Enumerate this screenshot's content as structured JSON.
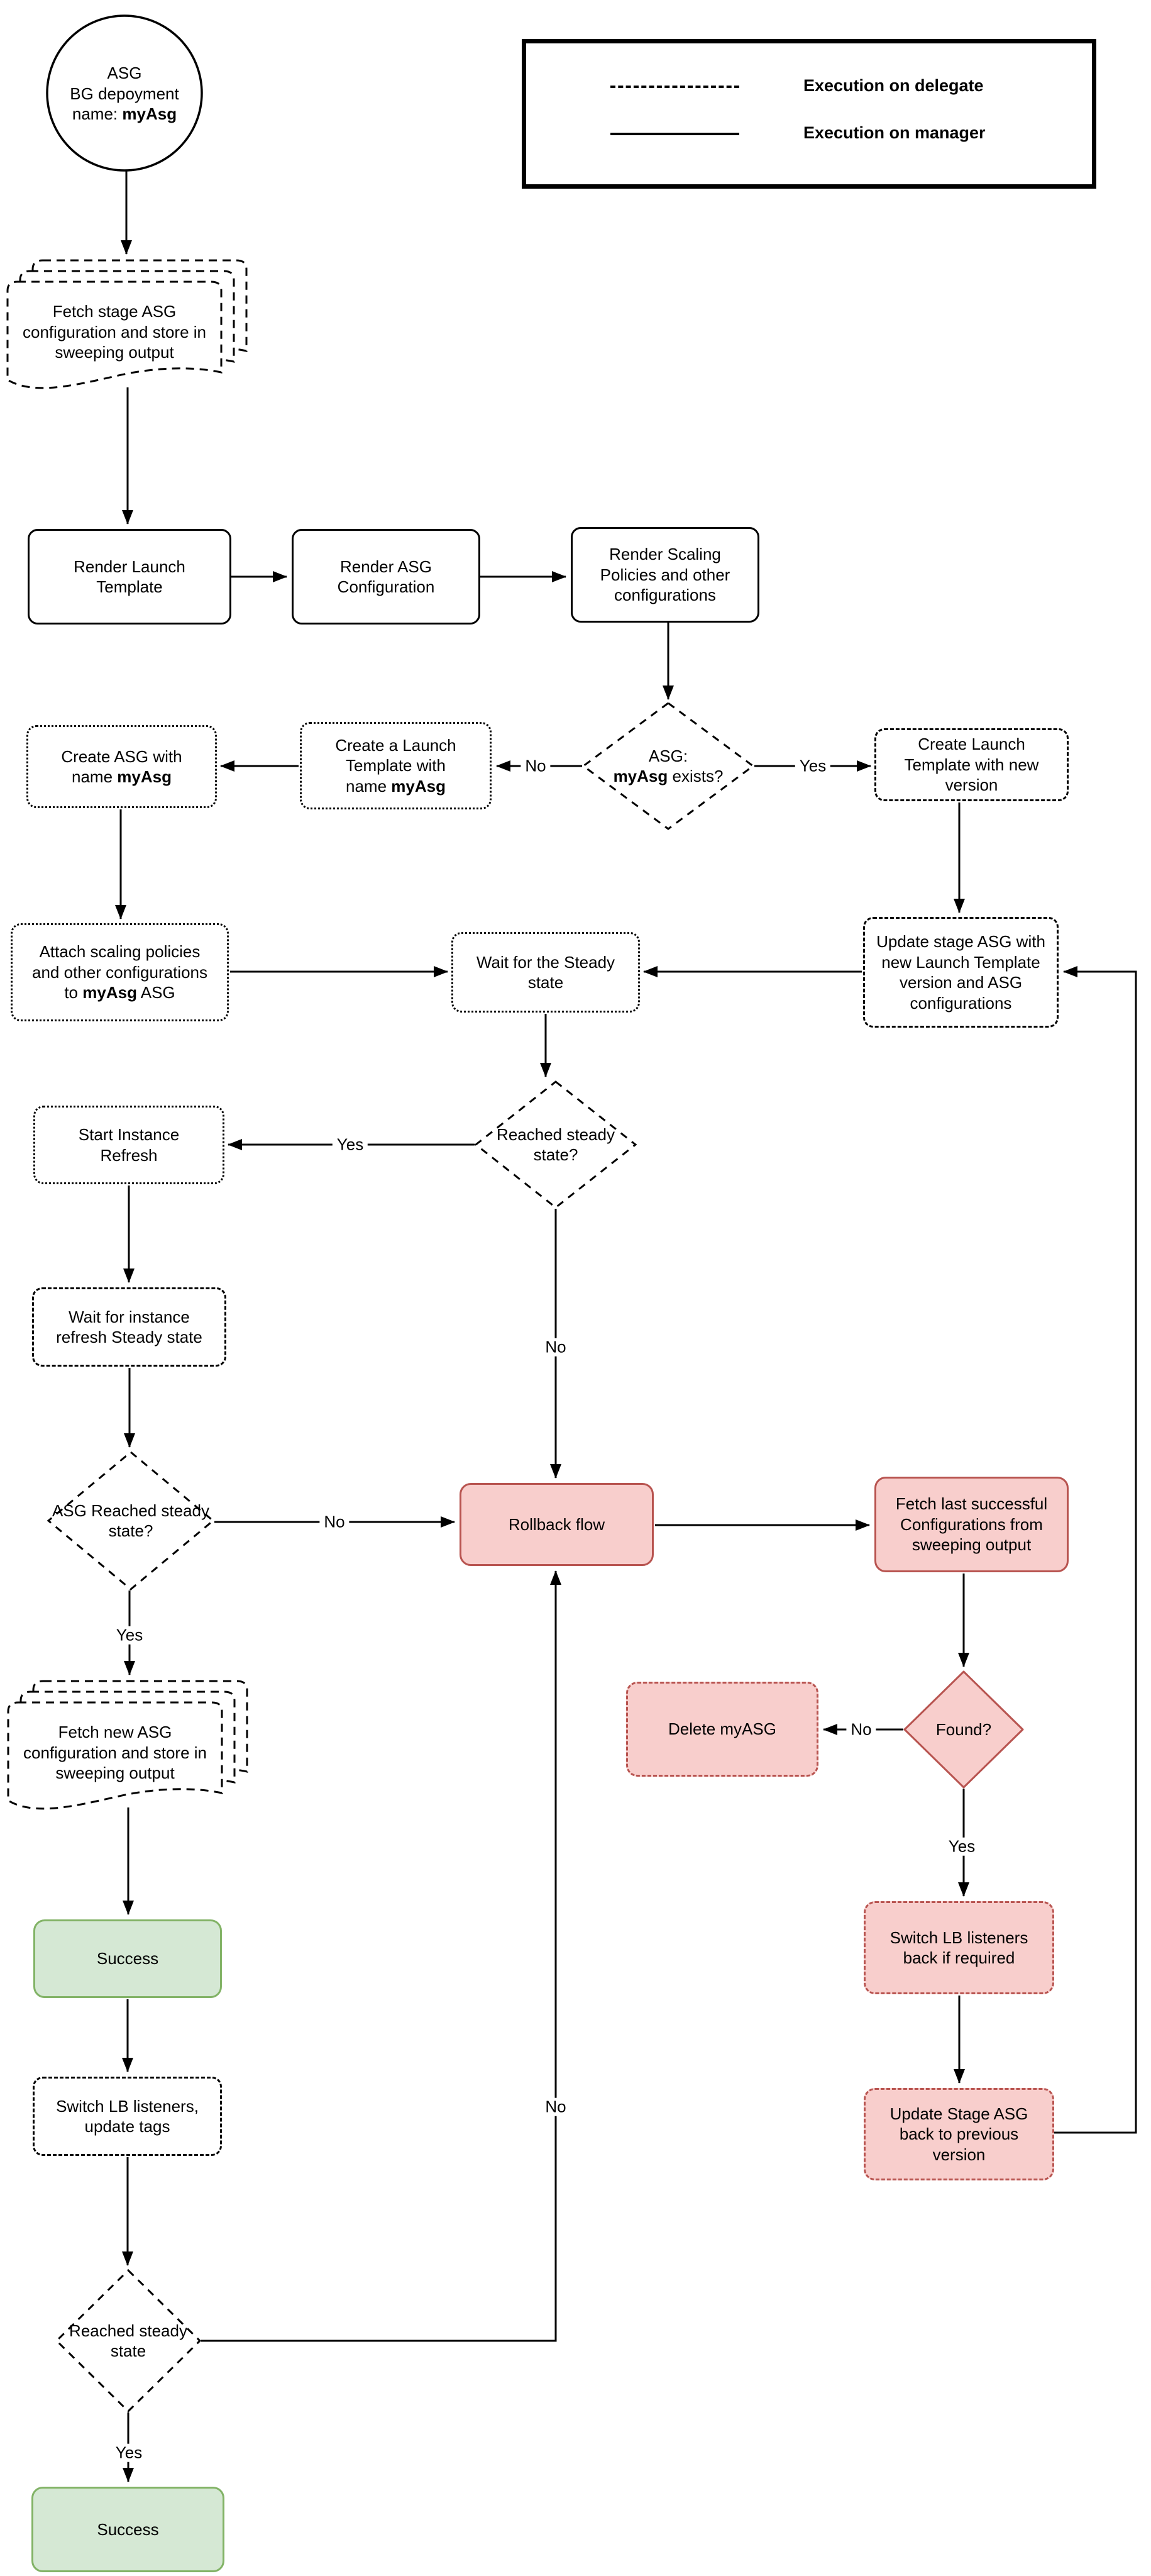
{
  "legend": {
    "delegate_label": "Execution on delegate",
    "manager_label": "Execution on manager"
  },
  "labels": {
    "yes": "Yes",
    "no": "No"
  },
  "colors": {
    "pink_fill": "#f8cecc",
    "pink_border": "#b85450",
    "green_fill": "#d5e8d4",
    "green_border": "#82b366",
    "line": "#000000",
    "background": "#ffffff"
  },
  "nodes": {
    "start_circle": {
      "line1": "ASG",
      "line2": "BG depoyment",
      "line3_pre": "name: ",
      "line3_bold": "myAsg"
    },
    "fetch_stage": {
      "label": "Fetch stage ASG configuration and store in sweeping output"
    },
    "render_launch": {
      "label": "Render Launch Template"
    },
    "render_asg": {
      "label": "Render ASG Configuration"
    },
    "render_scaling": {
      "label": "Render Scaling Policies and other configurations"
    },
    "asg_exists": {
      "line1": "ASG:",
      "bold": "myAsg",
      "post": " exists?"
    },
    "create_launch_named": {
      "pre": "Create a Launch Template with name ",
      "bold": "myAsg"
    },
    "create_asg": {
      "pre": "Create ASG with name ",
      "bold": "myAsg"
    },
    "create_launch_new": {
      "label": "Create Launch Template with new version"
    },
    "attach_policies": {
      "pre": "Attach scaling policies and other configurations to ",
      "bold": "myAsg",
      "post": " ASG"
    },
    "wait_steady": {
      "label": "Wait for the Steady state"
    },
    "update_stage": {
      "label": "Update stage ASG with new Launch Template version and ASG configurations"
    },
    "reached_steady": {
      "label": "Reached steady state?"
    },
    "start_refresh": {
      "label": "Start Instance Refresh"
    },
    "wait_refresh": {
      "label": "Wait for instance refresh Steady state"
    },
    "asg_reached": {
      "label": "ASG Reached steady state?"
    },
    "rollback": {
      "label": "Rollback flow"
    },
    "fetch_last": {
      "label": "Fetch last successful Configurations from sweeping output"
    },
    "found": {
      "label": "Found?"
    },
    "delete_asg": {
      "label": "Delete myASG"
    },
    "switch_back": {
      "label": "Switch LB listeners back if required"
    },
    "update_back": {
      "label": "Update Stage ASG back to previous version"
    },
    "fetch_new": {
      "label": "Fetch new ASG configuration and store in sweeping output"
    },
    "success_top": {
      "label": "Success"
    },
    "switch_lb": {
      "label": "Switch LB listeners, update tags"
    },
    "reached_steady_final": {
      "label": "Reached steady state"
    },
    "success_final": {
      "label": "Success"
    }
  }
}
